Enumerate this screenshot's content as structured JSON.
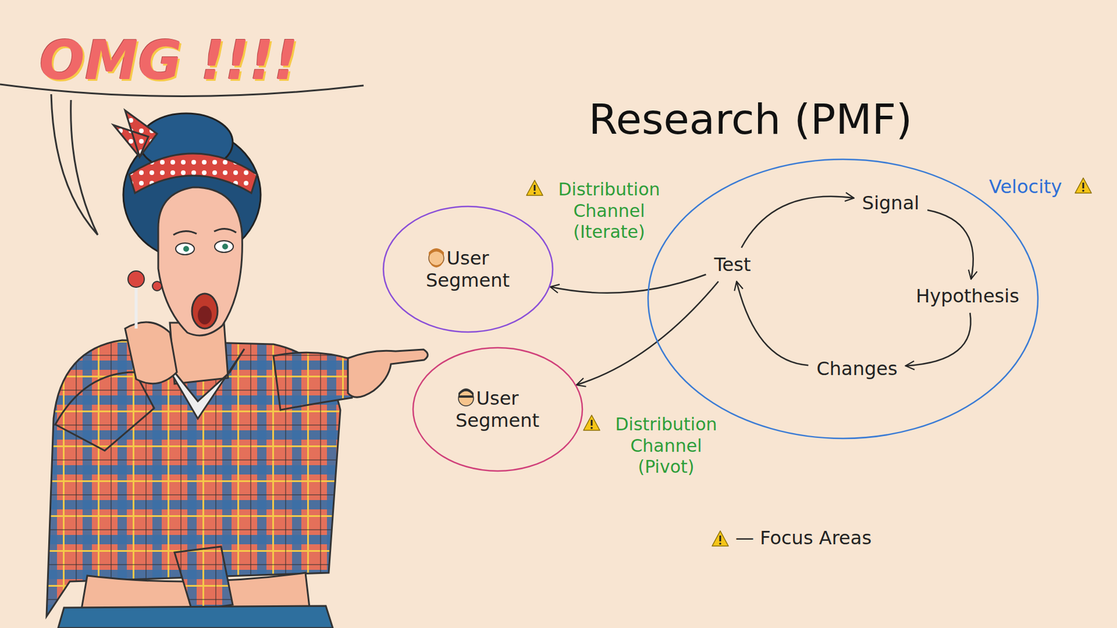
{
  "diagram": {
    "title": "Research (PMF)",
    "nodes": [
      {
        "text": [
          "User Segment"
        ]
      },
      {
        "text": [
          "User Segment"
        ]
      },
      {
        "text": [
          "Velocity"
        ]
      },
      {
        "text": [
          "Test"
        ],
        "in": 2
      },
      {
        "text": [
          "Signal"
        ],
        "in": 2
      },
      {
        "text": [
          "Hypothesis"
        ],
        "in": 2
      },
      {
        "text": [
          "Changes"
        ],
        "in": 2
      }
    ],
    "edges": [
      {
        "from": 3,
        "to": 4,
        "arrow": "to"
      },
      {
        "from": 4,
        "to": 5,
        "arrow": "to"
      },
      {
        "from": 5,
        "to": 6,
        "arrow": "to"
      },
      {
        "from": 6,
        "to": 3,
        "arrow": "to"
      },
      {
        "from": 3,
        "to": 0,
        "arrow": "to",
        "label": "Distribution Channel (Iterate)"
      },
      {
        "from": 3,
        "to": 1,
        "arrow": "to",
        "label": "Distribution Channel (Pivot)"
      }
    ],
    "labels": [
      "OMG !!!!"
    ],
    "legend": [
      {
        "text": "— Focus Areas"
      }
    ]
  }
}
